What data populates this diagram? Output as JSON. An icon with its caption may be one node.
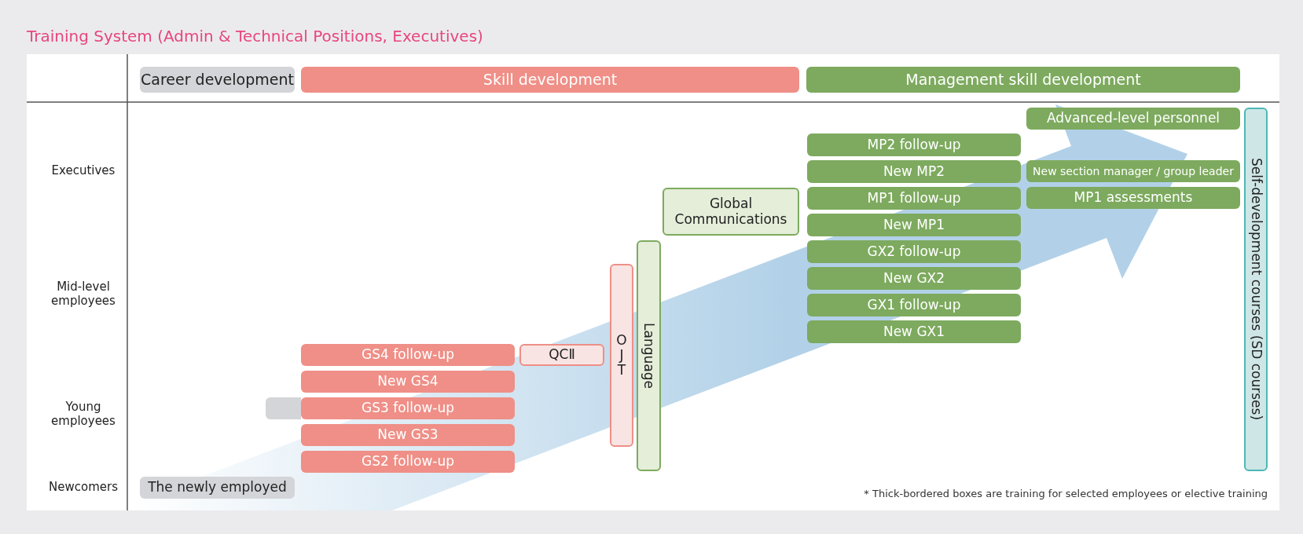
{
  "diagram": {
    "title": "Training System (Admin & Technical Positions, Executives)",
    "nodes": [
      {
        "text": [
          "Career development"
        ]
      },
      {
        "text": [
          "Skill development"
        ]
      },
      {
        "text": [
          "Management skill development"
        ]
      },
      {
        "text": [
          "Advanced-level personnel"
        ]
      },
      {
        "text": [
          "Self-development courses (SD courses)"
        ]
      },
      {
        "text": [
          "MP2 follow-up"
        ]
      },
      {
        "text": [
          "New MP2"
        ]
      },
      {
        "text": [
          "New section manager / group leader"
        ]
      },
      {
        "text": [
          "MP1 follow-up"
        ]
      },
      {
        "text": [
          "MP1 assessments"
        ]
      },
      {
        "text": [
          "Global Communications"
        ]
      },
      {
        "text": [
          "New MP1"
        ]
      },
      {
        "text": [
          "GX2 follow-up"
        ]
      },
      {
        "text": [
          "Language"
        ]
      },
      {
        "text": [
          "OJT"
        ]
      },
      {
        "text": [
          "New GX2"
        ]
      },
      {
        "text": [
          "GX1 follow-up"
        ]
      },
      {
        "text": [
          "New GX1"
        ]
      },
      {
        "text": [
          "GS4 follow-up"
        ]
      },
      {
        "text": [
          "QCⅡ"
        ]
      },
      {
        "text": [
          "New GS4"
        ]
      },
      {
        "text": [],
        "shape": "box"
      },
      {
        "text": [
          "GS3 follow-up"
        ]
      },
      {
        "text": [
          "New GS3"
        ]
      },
      {
        "text": [
          "GS2 follow-up"
        ]
      },
      {
        "text": [
          "The newly employed"
        ]
      }
    ],
    "labels": [
      "Executives",
      "Mid-level employees",
      "Young employees",
      "Newcomers",
      "* Thick-bordered boxes are training for selected employees or elective training"
    ]
  }
}
